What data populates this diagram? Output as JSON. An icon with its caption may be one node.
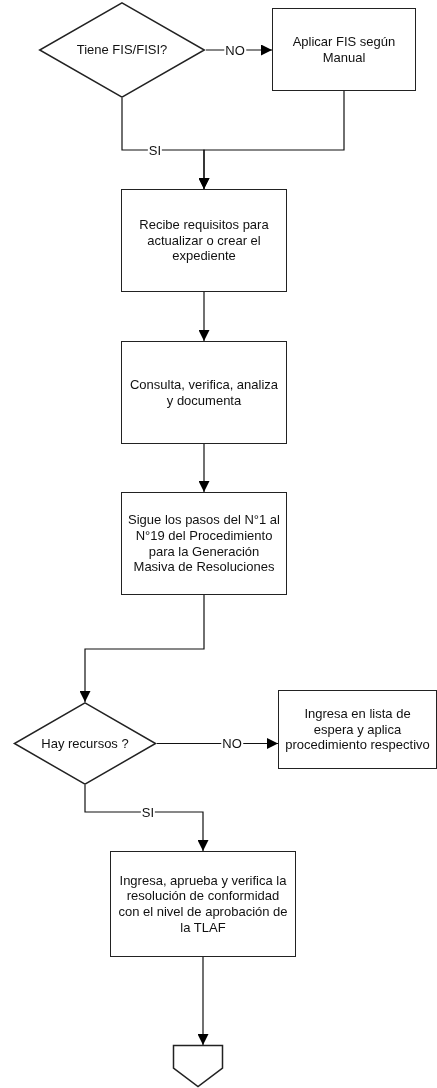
{
  "diagram": {
    "nodes": [
      {
        "text": [
          "Tiene FIS/FISI?"
        ]
      },
      {
        "text": [
          "Aplicar FIS según Manual"
        ]
      },
      {
        "text": [
          "Recibe requisitos para actualizar o crear el expediente"
        ]
      },
      {
        "text": [
          "Consulta, verifica, analiza y documenta"
        ]
      },
      {
        "text": [
          "Sigue los pasos del N°1 al N°19 del Procedimiento para la Generación Masiva de Resoluciones"
        ]
      },
      {
        "text": [
          "Hay recursos ?"
        ]
      },
      {
        "text": [
          "Ingresa en lista de espera y aplica procedimiento respectivo"
        ]
      },
      {
        "text": [
          "Ingresa, aprueba y verifica la resolución de conformidad con el nivel de aprobación de la TLAF"
        ]
      },
      {
        "text": [],
        "shape": "pentagon"
      }
    ],
    "edges": [
      {
        "from": 0,
        "to": 1,
        "arrow": "to",
        "label": "NO"
      },
      {
        "from": 0,
        "to": 2,
        "arrow": "to",
        "label": "SI"
      },
      {
        "from": 1,
        "to": 2,
        "arrow": "to"
      },
      {
        "from": 2,
        "to": 3,
        "arrow": "to"
      },
      {
        "from": 3,
        "to": 4,
        "arrow": "to"
      },
      {
        "from": 4,
        "to": 5,
        "arrow": "to"
      },
      {
        "from": 5,
        "to": 6,
        "arrow": "to",
        "label": "NO"
      },
      {
        "from": 5,
        "to": 7,
        "arrow": "to",
        "label": "SI"
      },
      {
        "from": 7,
        "to": 8,
        "arrow": "to"
      }
    ]
  }
}
